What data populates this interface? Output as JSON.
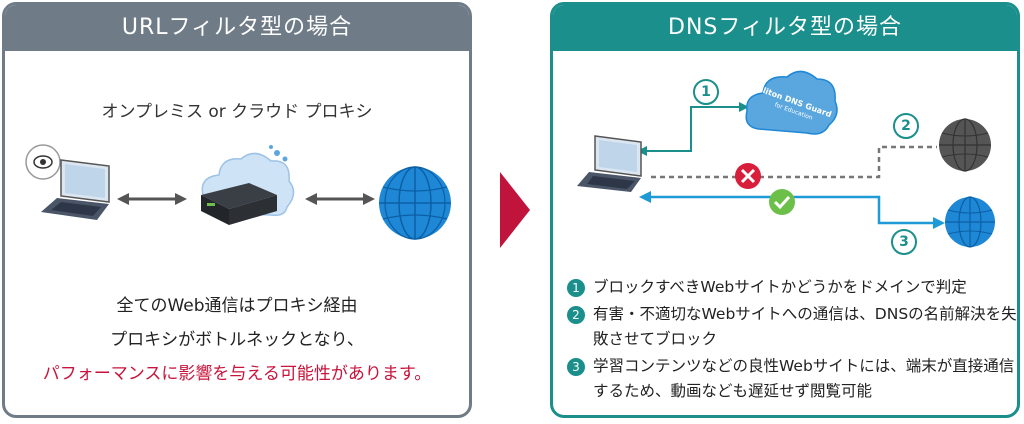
{
  "left_panel": {
    "title": "URLフィルタ型の場合",
    "proxy_label": "オンプレミス or クラウド プロキシ",
    "text_line1": "全てのWeb通信はプロキシ経由",
    "text_line2": "プロキシがボトルネックとなり、",
    "text_line3": "パフォーマンスに影響を与える可能性があります。"
  },
  "right_panel": {
    "title": "DNSフィルタ型の場合",
    "cloud_line1": "Soliton DNS Guard",
    "cloud_line2": "for Education",
    "badges": [
      "1",
      "2",
      "3"
    ],
    "bullets": [
      {
        "num": "1",
        "text": "ブロックすべきWebサイトかどうかをドメインで判定"
      },
      {
        "num": "2",
        "text": "有害・不適切なWebサイトへの通信は、DNSの名前解決を失敗させてブロック"
      },
      {
        "num": "3",
        "text": "学習コンテンツなどの良性Webサイトには、端末が直接通信するため、動画なども遅延せず閲覧可能"
      }
    ]
  },
  "colors": {
    "left_accent": "#6f7c87",
    "right_accent": "#1a8f8b",
    "alert": "#c8143c",
    "globe": "#1e88d6",
    "blocked_globe": "#555555",
    "link_blue": "#1e9ad6",
    "ok_green": "#6cc04a",
    "block_red": "#d81e3a"
  }
}
